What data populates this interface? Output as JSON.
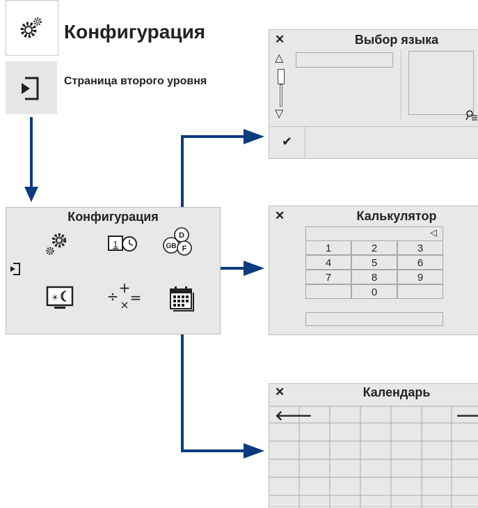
{
  "header": {
    "title": "Конфигурация",
    "subpage_label": "Страница второго уровня"
  },
  "menu": {
    "title": "Конфигурация",
    "items": [
      "settings-icon",
      "date-time-icon",
      "language-icon",
      "display-mode-icon",
      "calculator-icon",
      "calendar-icon"
    ],
    "back_icon": "enter-icon"
  },
  "language_panel": {
    "close": "✕",
    "title": "Выбор языка",
    "scroll_up": "△",
    "scroll_down": "▽",
    "confirm": "✔"
  },
  "calculator_panel": {
    "close": "✕",
    "title": "Калькулятор",
    "backspace": "◁",
    "keys": [
      "1",
      "2",
      "3",
      "4",
      "5",
      "6",
      "7",
      "8",
      "9",
      "",
      "0",
      ""
    ]
  },
  "calendar_panel": {
    "close": "✕",
    "title": "Календарь",
    "prev": "🡐",
    "next": "🡒"
  },
  "colors": {
    "arrow": "#0b3b7e",
    "panel_bg": "#e8e8e8"
  }
}
